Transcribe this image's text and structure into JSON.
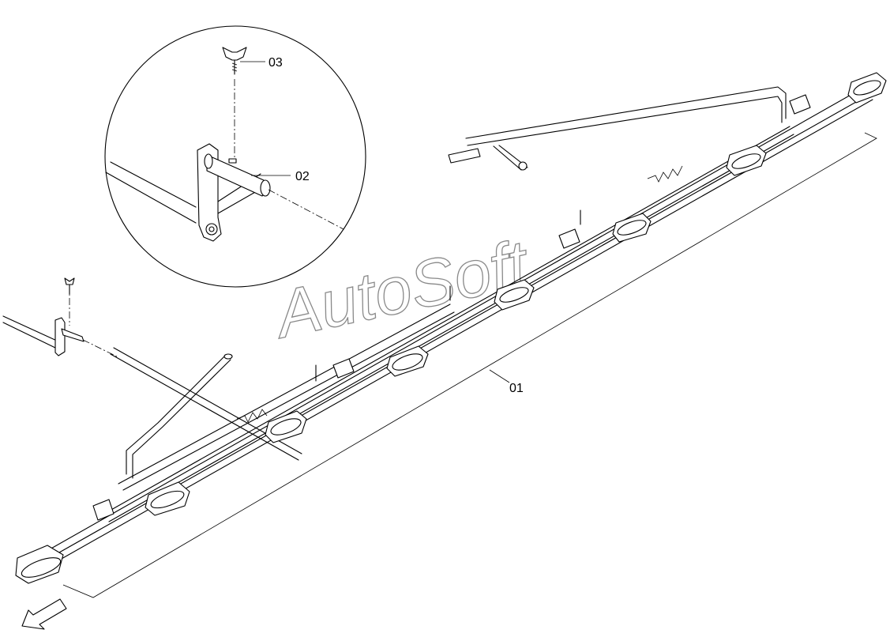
{
  "labels": {
    "part_01": "01",
    "part_02": "02",
    "part_03": "03"
  },
  "watermark": "AutoSoft"
}
